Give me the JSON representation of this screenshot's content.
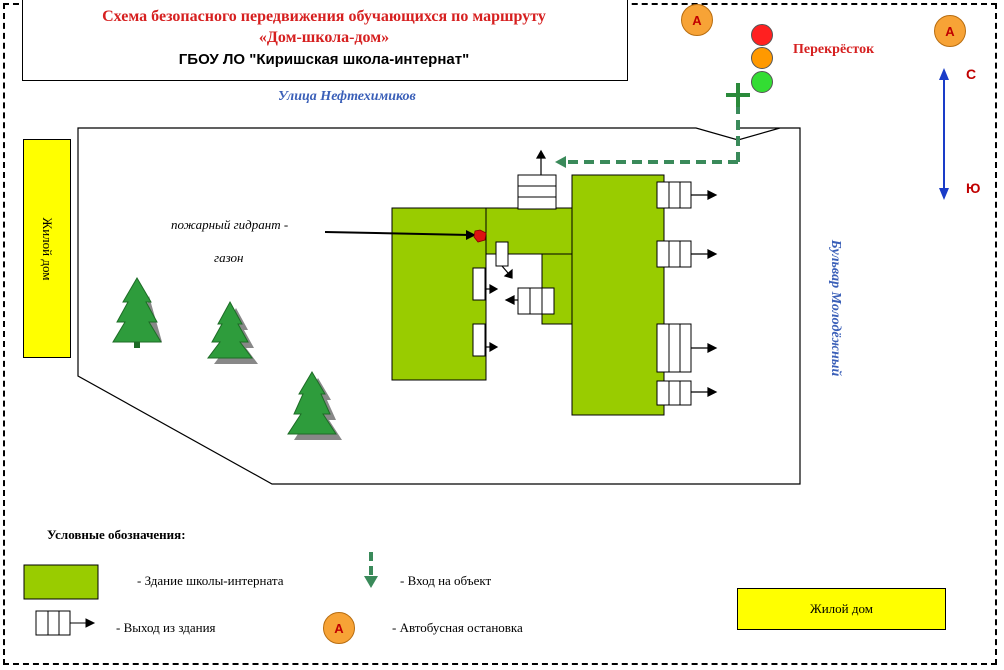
{
  "header": {
    "title_line1": "Схема безопасного передвижения обучающихся по маршруту",
    "title_line2": "«Дом-школа-дом»",
    "school": "ГБОУ ЛО \"Киришская школа-интернат\""
  },
  "map": {
    "street_top": "Улица   Нефтехимиков",
    "boulevard": "Бульвар Молодёжный",
    "crossroad": "Перекрёсток",
    "hydrant_label": "пожарный гидрант -",
    "lawn_label": "газон",
    "residential_left": "Жилой дом",
    "residential_bottom": "Жилой дом",
    "bus_stop_letter": "А",
    "compass_north": "С",
    "compass_south": "Ю",
    "traffic_light_colors": [
      "#ff2020",
      "#ff9900",
      "#33dd33"
    ],
    "building_color": "#99cc00",
    "entry_color": "#3a8a5a"
  },
  "legend": {
    "title": "Условные обозначения:",
    "building": "- Здание школы-интерната",
    "entry": "- Вход  на объект",
    "exit": "- Выход из  здания",
    "bus_stop": "- Автобусная остановка"
  }
}
